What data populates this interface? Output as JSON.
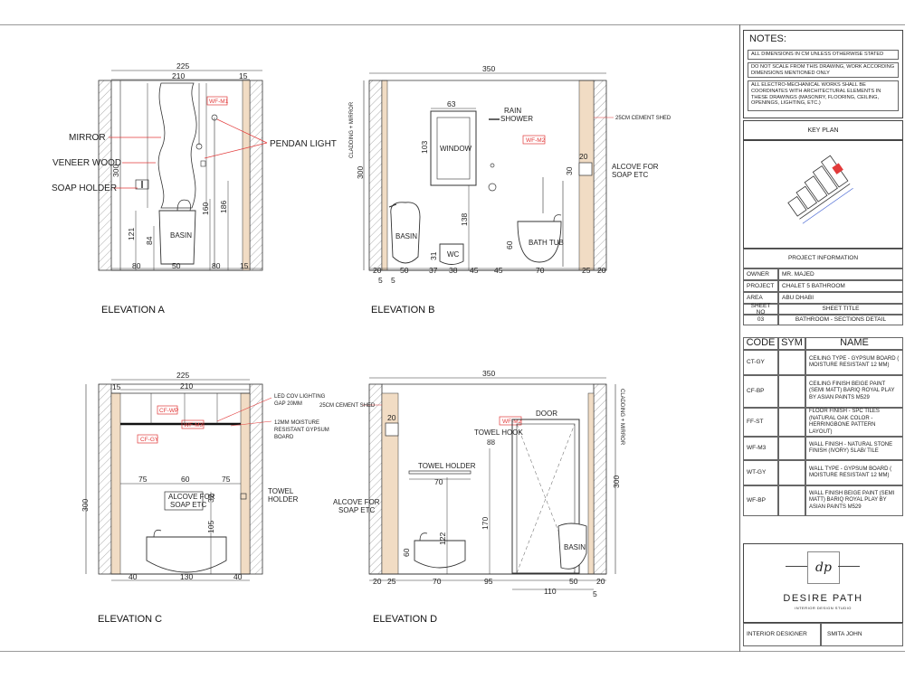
{
  "elevations": {
    "a": {
      "title": "ELEVATION A",
      "dims": {
        "overall": "225",
        "inner": "210",
        "right_wall": "15",
        "height": "300",
        "d121": "121",
        "d84": "84",
        "d160": "160",
        "d186": "186",
        "b80a": "80",
        "b50": "50",
        "b80b": "80",
        "b15": "15"
      },
      "labels": {
        "mirror": "MIRROR",
        "veneer": "VENEER WOOD",
        "soap": "SOAP HOLDER",
        "pendan": "PENDAN LIGHT",
        "basin": "BASIN"
      },
      "tag": "WF-M1"
    },
    "b": {
      "title": "ELEVATION B",
      "dims": {
        "overall": "350",
        "height": "300",
        "win_w": "63",
        "win_h": "103",
        "d138": "138",
        "d31": "31",
        "d60": "60",
        "d20r": "20",
        "d30": "30",
        "b20": "20",
        "b50": "50",
        "b37": "37",
        "b38": "38",
        "b45a": "45",
        "b45b": "45",
        "b70": "70",
        "b25": "25",
        "b20r": "20",
        "b5a": "5",
        "b5b": "5"
      },
      "labels": {
        "cladding": "CLADDING + MIRROR",
        "rain": "RAIN",
        "shower": "SHOWER",
        "window": "WINDOW",
        "cement": "25CM CEMENT SHED",
        "alcove1": "ALCOVE FOR",
        "alcove2": "SOAP ETC",
        "basin": "BASIN",
        "wc": "WC",
        "tub": "BATH TUB"
      },
      "tag": "WF-M2"
    },
    "c": {
      "title": "ELEVATION C",
      "dims": {
        "overall": "225",
        "inner": "210",
        "left15": "15",
        "height": "300",
        "d75a": "75",
        "d60": "60",
        "d75b": "75",
        "d32": "32",
        "d105": "105",
        "b40a": "40",
        "b130": "130",
        "b40b": "40"
      },
      "labels": {
        "led1": "LED COV LIGHTING",
        "led2": "GAP 20MM",
        "gyp1": "12MM MOISTURE",
        "gyp2": "RESISTANT GYPSUM",
        "gyp3": "BOARD",
        "alcove1": "ALCOVE FOR",
        "alcove2": "SOAP ETC",
        "towel1": "TOWEL",
        "towel2": "HOLDER"
      },
      "tags": {
        "cfwp": "CF-WP",
        "cfgy": "CF-GY",
        "wfm3": "WF-M3"
      }
    },
    "d": {
      "title": "ELEVATION D",
      "dims": {
        "overall": "350",
        "height": "300",
        "d20": "20",
        "d70": "70",
        "d170": "170",
        "d60": "60",
        "d122": "122",
        "b20": "20",
        "b25": "25",
        "b70": "70",
        "b95": "95",
        "b50": "50",
        "b20r": "20",
        "b110": "110",
        "b5": "5"
      },
      "labels": {
        "cladding": "CLADDING + MIRROR",
        "cement": "25CM CEMENT SHED",
        "alcove1": "ALCOVE FOR",
        "alcove2": "SOAP ETC",
        "hook": "TOWEL HOOK",
        "holder": "TOWEL HOLDER",
        "door": "DOOR",
        "basin": "BASIN"
      },
      "tag": "WF-M2"
    }
  },
  "notes": {
    "heading": "NOTES:",
    "items": [
      "ALL DIMENSIONS IN CM UNLESS OTHERWISE STATED",
      "DO NOT SCALE FROM THIS DRAWING, WORK ACCORDING DIMENSIONS MENTIONED ONLY",
      "ALL ELECTRO-MECHANICAL WORKS SHALL BE COORDINATES WITH ARCHITECTURAL ELEMENTS IN THESE DRAWINGS (MASONRY, FLOORING, CEILING, OPENINGS, LIGHTING, ETC.)"
    ]
  },
  "key_plan": "KEY PLAN",
  "project": {
    "heading": "PROJECT INFORMATION",
    "rows": [
      {
        "k": "OWNER",
        "v": "MR. MAJED"
      },
      {
        "k": "PROJECT",
        "v": "CHALET 5 BATHROOM"
      },
      {
        "k": "AREA",
        "v": "ABU DHABI"
      }
    ]
  },
  "sheet": {
    "no_label": "SHEET NO",
    "title_label": "SHEET TITLE",
    "no": "03",
    "title": "BATHROOM - SECTIONS DETAIL"
  },
  "legend": {
    "headers": [
      "CODE",
      "SYM",
      "NAME"
    ],
    "rows": [
      {
        "code": "CT-GY",
        "name": "CEILING TYPE - GYPSUM BOARD ( MOISTURE RESISTANT 12 MM)"
      },
      {
        "code": "CF-BP",
        "name": "CEILING FINISH BEIGE PAINT (SEMI MATT) BARIQ ROYAL PLAY BY ASIAN PAINTS M529"
      },
      {
        "code": "FF-ST",
        "name": "FLOOR FINISH - SPC TILES (NATURAL OAK COLOR - HERRINGBONE PATTERN LAYOUT)"
      },
      {
        "code": "WF-M3",
        "name": "WALL FINISH - NATURAL STONE FINISH (IVORY) SLAB/ TILE"
      },
      {
        "code": "WT-GY",
        "name": "WALL TYPE - GYPSUM BOARD ( MOISTURE RESISTANT 12 MM)"
      },
      {
        "code": "WF-BP",
        "name": "WALL FINISH BEIGE PAINT (SEMI MATT) BARIQ ROYAL PLAY BY ASIAN PAINTS M529"
      }
    ]
  },
  "brand": {
    "mono": "dp",
    "name": "DESIRE PATH",
    "sub": "INTERIOR DESIGN STUDIO",
    "role": "INTERIOR DESIGNER",
    "person": "SMITA JOHN"
  },
  "colors": {
    "wood": "#f1dcc4",
    "tag": "#e23a3a",
    "line": "#222222"
  }
}
